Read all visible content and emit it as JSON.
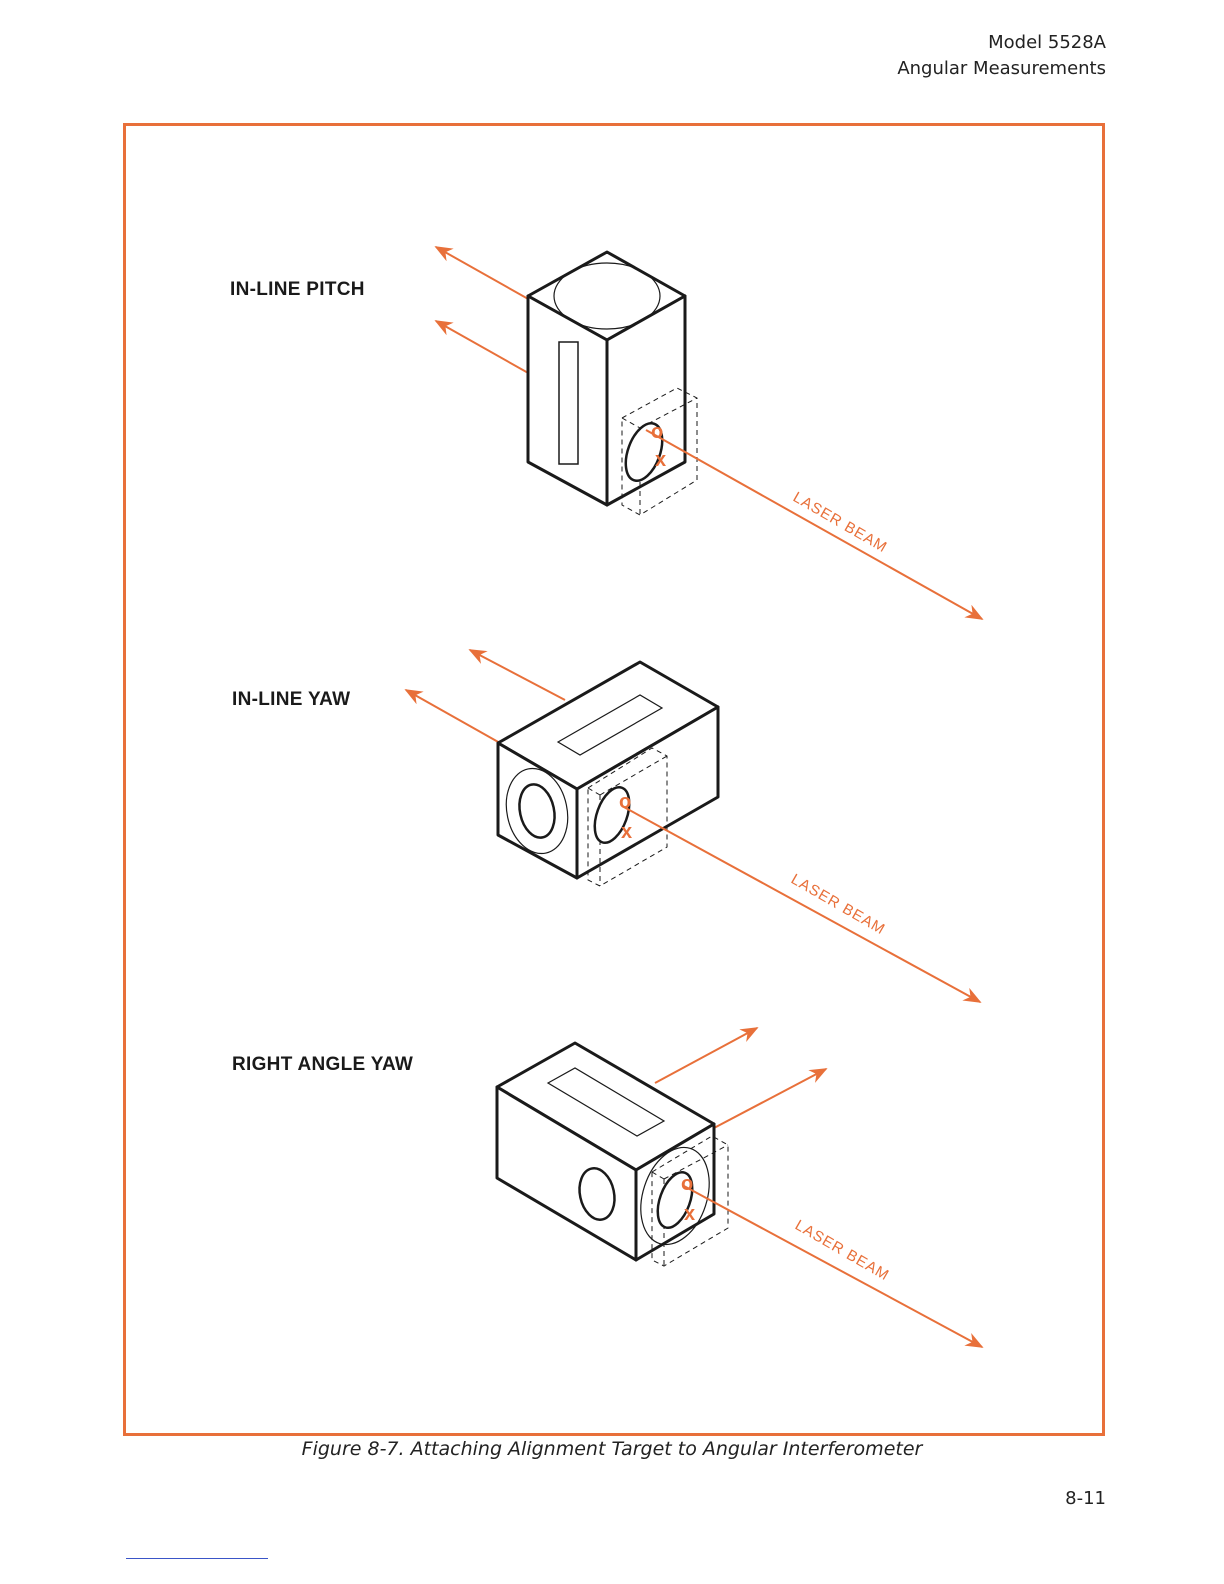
{
  "header": {
    "model": "Model 5528A",
    "section": "Angular Measurements"
  },
  "figure": {
    "views": [
      {
        "label": "IN-LINE PITCH",
        "beam_label": "LASER BEAM"
      },
      {
        "label": "IN-LINE YAW",
        "beam_label": "LASER BEAM"
      },
      {
        "label": "RIGHT ANGLE YAW",
        "beam_label": "LASER BEAM"
      }
    ],
    "caption": "Figure 8-7. Attaching Alignment Target to Angular Interferometer",
    "colors": {
      "beam": "#e8703a",
      "frame": "#e8703a",
      "ink": "#1a1a1a"
    }
  },
  "footer": {
    "page_number": "8-11"
  }
}
